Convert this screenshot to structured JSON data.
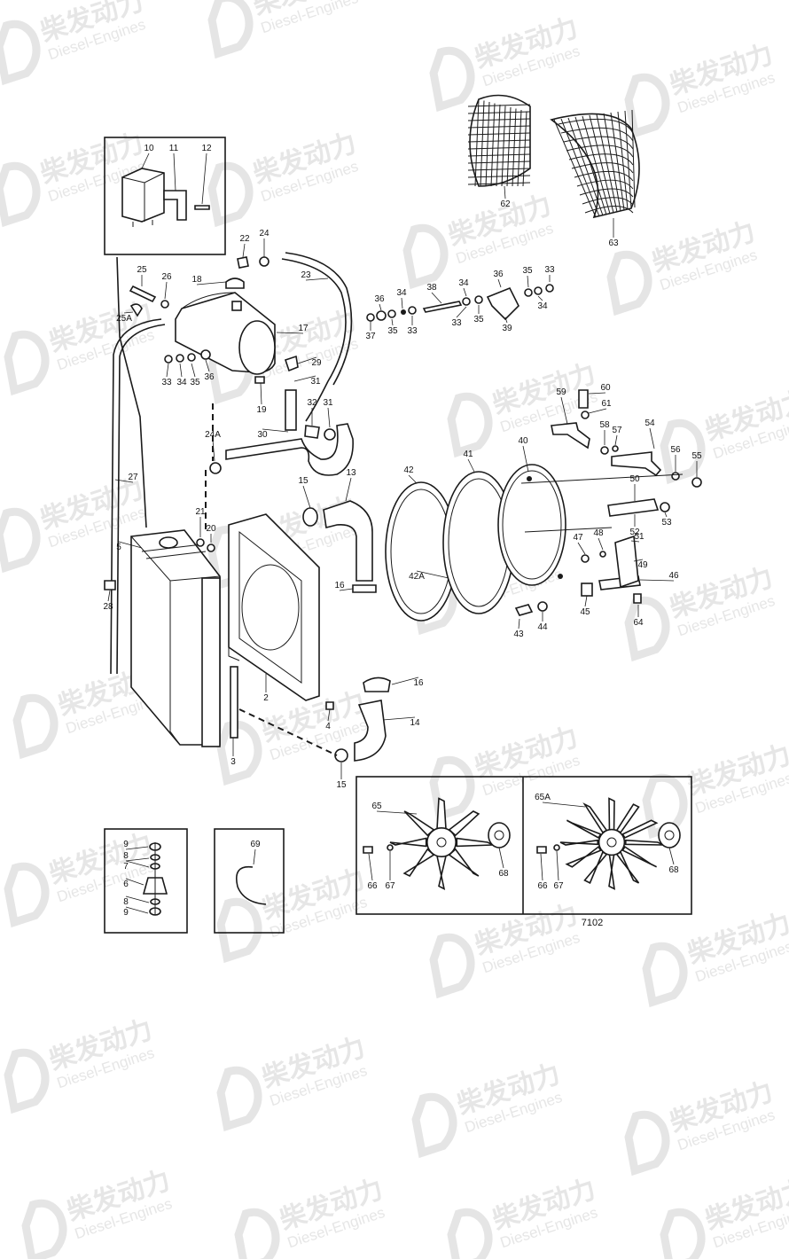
{
  "watermark": {
    "cn": "柴发动力",
    "en": "Diesel-Engines"
  },
  "figure_code": "7102",
  "callouts": {
    "c1": "2",
    "c2": "3",
    "c3": "4",
    "c4": "5",
    "c5": "6",
    "c6": "7",
    "c7": "8",
    "c8": "8",
    "c9": "9",
    "c10": "9",
    "c11": "10",
    "c12": "11",
    "c13": "12",
    "c14": "13",
    "c15": "14",
    "c16": "15",
    "c17": "15",
    "c18": "16",
    "c19": "16",
    "c20": "17",
    "c21": "18",
    "c22": "19",
    "c23": "20",
    "c24": "21",
    "c25": "22",
    "c26": "23",
    "c27": "24",
    "c28": "24A",
    "c29": "25",
    "c30": "25A",
    "c31": "26",
    "c32": "27",
    "c33": "28",
    "c34": "29",
    "c35": "30",
    "c36": "31",
    "c37": "31",
    "c38": "32",
    "c39": "33",
    "c40": "34",
    "c41": "35",
    "c42": "36",
    "c43": "37",
    "c44": "36",
    "c45": "35",
    "c46": "34",
    "c47": "33",
    "c48": "38",
    "c49": "34",
    "c50": "33",
    "c51": "35",
    "c52": "36",
    "c53": "35",
    "c54": "33",
    "c55": "34",
    "c56": "39",
    "c57": "40",
    "c58": "41",
    "c59": "42",
    "c60": "42A",
    "c61": "43",
    "c62": "44",
    "c63": "45",
    "c64": "46",
    "c65": "47",
    "c66": "48",
    "c67": "49",
    "c68": "50",
    "c69": "51",
    "c70": "52",
    "c71": "53",
    "c72": "54",
    "c73": "55",
    "c74": "56",
    "c75": "57",
    "c76": "58",
    "c77": "59",
    "c78": "60",
    "c79": "61",
    "c80": "62",
    "c81": "63",
    "c82": "64",
    "c83": "65",
    "c84": "65A",
    "c85": "66",
    "c86": "67",
    "c87": "68",
    "c88": "66",
    "c89": "67",
    "c90": "68",
    "c91": "69"
  }
}
